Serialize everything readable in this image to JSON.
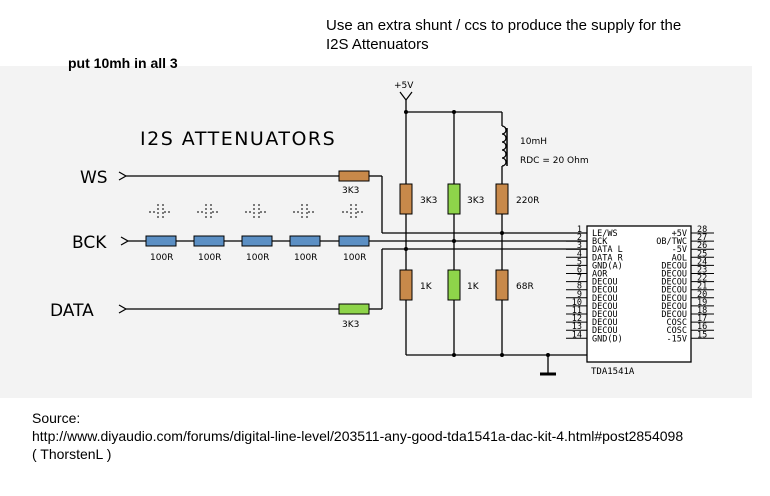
{
  "notes": {
    "top_line1": "Use an extra shunt / ccs to produce the supply for the",
    "top_line2": "I2S Attenuators",
    "inductor_note": "put 10mh in all 3"
  },
  "schematic": {
    "title": "I2S ATTENUATORS",
    "supply_label": "+5V",
    "signals": {
      "ws": "WS",
      "bck": "BCK",
      "data": "DATA"
    },
    "series_resistors": {
      "ws": "3K3",
      "data": "3K3"
    },
    "bck_resistors": [
      "100R",
      "100R",
      "100R",
      "100R",
      "100R"
    ],
    "pull_ups": [
      "3K3",
      "3K3",
      "220R"
    ],
    "pull_downs": [
      "1K",
      "1K",
      "68R"
    ],
    "inductor": {
      "value": "10mH",
      "rdc": "RDC = 20 Ohm"
    },
    "chip": {
      "name": "TDA1541A",
      "left_pins": [
        {
          "num": "1",
          "label": "LE/WS"
        },
        {
          "num": "2",
          "label": "BCK"
        },
        {
          "num": "3",
          "label": "DATA L"
        },
        {
          "num": "4",
          "label": "DATA R"
        },
        {
          "num": "5",
          "label": "GND(A)"
        },
        {
          "num": "6",
          "label": "AOR"
        },
        {
          "num": "7",
          "label": "DECOU"
        },
        {
          "num": "8",
          "label": "DECOU"
        },
        {
          "num": "9",
          "label": "DECOU"
        },
        {
          "num": "10",
          "label": "DECOU"
        },
        {
          "num": "11",
          "label": "DECOU"
        },
        {
          "num": "12",
          "label": "DECOU"
        },
        {
          "num": "13",
          "label": "DECOU"
        },
        {
          "num": "14",
          "label": "GND(D)"
        }
      ],
      "right_pins": [
        {
          "num": "28",
          "label": "+5V"
        },
        {
          "num": "27",
          "label": "OB/TWC"
        },
        {
          "num": "26",
          "label": "-5V"
        },
        {
          "num": "25",
          "label": "AOL"
        },
        {
          "num": "24",
          "label": "DECOU"
        },
        {
          "num": "23",
          "label": "DECOU"
        },
        {
          "num": "22",
          "label": "DECOU"
        },
        {
          "num": "21",
          "label": "DECOU"
        },
        {
          "num": "20",
          "label": "DECOU"
        },
        {
          "num": "19",
          "label": "DECOU"
        },
        {
          "num": "18",
          "label": "DECOU"
        },
        {
          "num": "17",
          "label": "COSC"
        },
        {
          "num": "16",
          "label": "COSC"
        },
        {
          "num": "15",
          "label": "-15V"
        }
      ]
    },
    "colors": {
      "blue_resistor": "#5b8fc4",
      "orange_resistor": "#c8894a",
      "green_resistor": "#8ed44a",
      "wire": "#000000"
    }
  },
  "source": {
    "label": "Source:",
    "url": "http://www.diyaudio.com/forums/digital-line-level/203511-any-good-tda1541a-dac-kit-4.html#post2854098",
    "author": "( ThorstenL )"
  }
}
